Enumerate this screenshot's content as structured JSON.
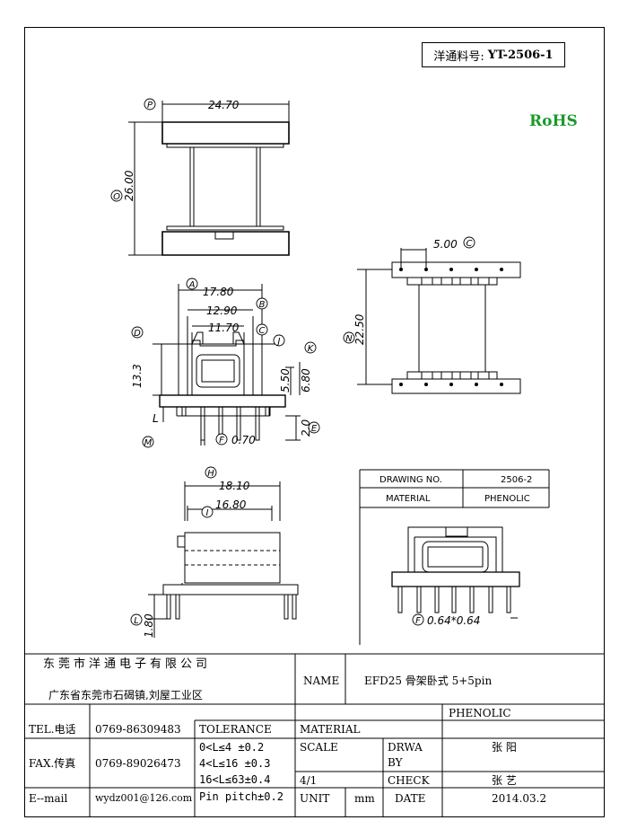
{
  "header": {
    "part_label": "洋通料号:",
    "part_number": "YT-2506-1",
    "rohs": "RoHS"
  },
  "dimensions": {
    "top_width": "24.70",
    "top_height": "26.00",
    "pitch": "5.00",
    "side_height": "22.50",
    "a_width": "17.80",
    "b_width": "12.90",
    "c_width": "11.70",
    "h_13_3": "13.3",
    "h_5_50": "5.50",
    "h_6_80": "6.80",
    "pin_l": "L",
    "f_070": "0.70",
    "e_20": "2.0",
    "h_width": "18.10",
    "i_width": "16.80",
    "l_180": "1.80",
    "f_pin": "0.64*0.64"
  },
  "callouts": [
    "P",
    "O",
    "A",
    "B",
    "C",
    "D",
    "J",
    "K",
    "E",
    "F",
    "M",
    "N",
    "H",
    "I",
    "L"
  ],
  "inset_table": {
    "drawing_no_label": "DRAWING NO.",
    "drawing_no_value": "2506-2",
    "material_label": "MATERIAL",
    "material_value": "PHENOLIC"
  },
  "title_block": {
    "company": "东莞市洋通电子有限公司",
    "address": "广东省东莞市石碣镇,刘屋工业区",
    "name_label": "NAME",
    "name_value": "EFD25 骨架卧式 5+5pin",
    "tel_label": "TEL.电话",
    "tel_value": "0769-86309483",
    "tolerance_label": "TOLERANCE",
    "material_label": "MATERIAL",
    "material_value": "PHENOLIC",
    "fax_label": "FAX.传真",
    "fax_value": "0769-89026473",
    "tol_1": "0<L≤4   ±0.2",
    "tol_2": "4<L≤16  ±0.3",
    "tol_3": "16<L≤63±0.4",
    "tol_4": "Pin pitch±0.2",
    "scale_label": "SCALE",
    "scale_value": "4/1",
    "drawn_label_1": "DRWA",
    "drawn_label_2": "BY",
    "drawn_value": "张 阳",
    "check_label": "CHECK",
    "check_value": "张 艺",
    "email_label": "E--mail",
    "email_value": "wydz001@126.com",
    "unit_label": "UNIT",
    "unit_value": "mm",
    "date_label": "DATE",
    "date_value": "2014.03.2"
  }
}
